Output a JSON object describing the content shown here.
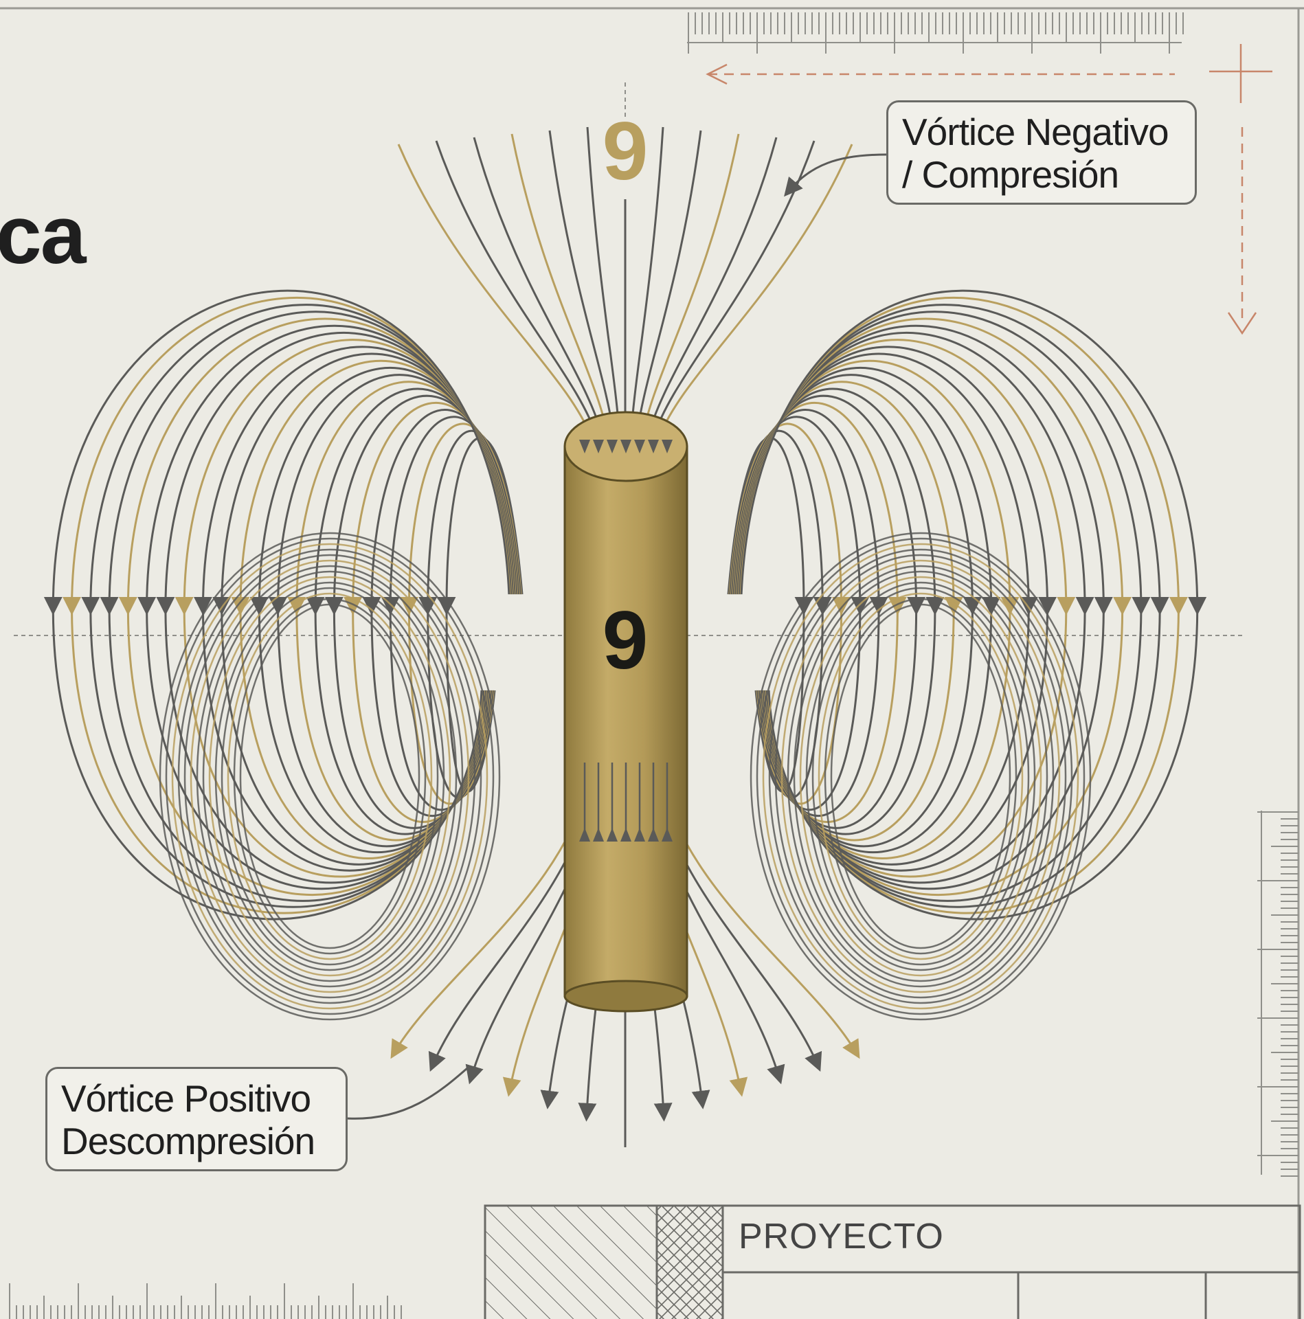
{
  "heading_fragment": "ca",
  "labels": {
    "negative_vortex_line1": "Vórtice Negativo",
    "negative_vortex_line2": "/ Compresión",
    "positive_vortex_line1": "Vórtice Positivo",
    "positive_vortex_line2": "Descompresión"
  },
  "top_number": "9",
  "core_number": "9",
  "title_block": {
    "project_label": "PROYECTO"
  },
  "colors": {
    "background": "#ecebe4",
    "gold": "#b89f5f",
    "field_gray": "#5a5a58",
    "core_gold": "#a8904e",
    "accent_red": "#c8866a"
  },
  "icons": {
    "ruler": "ruler-icon",
    "dimension_arrow": "arrow-icon",
    "hatch": "hatch-pattern"
  }
}
